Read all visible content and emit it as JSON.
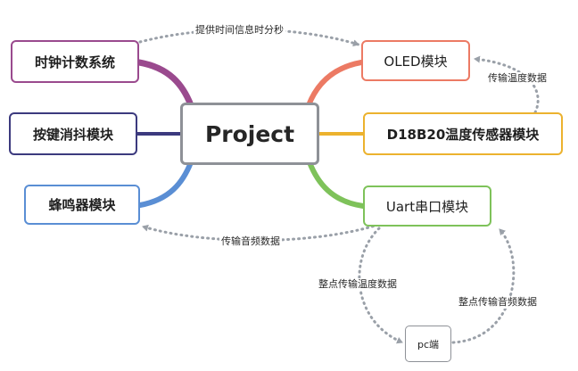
{
  "diagram": {
    "center": "Project",
    "nodes": {
      "clock": "时钟计数系统",
      "key": "按键消抖模块",
      "buzzer": "蜂鸣器模块",
      "oled": "OLED模块",
      "ds18b20": "D18B20温度传感器模块",
      "uart": "Uart串口模块",
      "pc": "pc端"
    },
    "edge_labels": {
      "clock_to_oled": "提供时间信息时分秒",
      "ds_to_oled": "传输温度数据",
      "uart_to_buzzer": "传输音频数据",
      "uart_to_pc": "整点传输温度数据",
      "pc_to_uart": "整点传输音频数据"
    },
    "colors": {
      "clock": "#9a4a8e",
      "key": "#3c3a7e",
      "buzzer": "#5a8ed4",
      "oled": "#ec7a64",
      "ds18b20": "#ecb22e",
      "uart": "#7ec25a",
      "center": "#8e9197",
      "dotted": "#9aa0a8"
    }
  }
}
